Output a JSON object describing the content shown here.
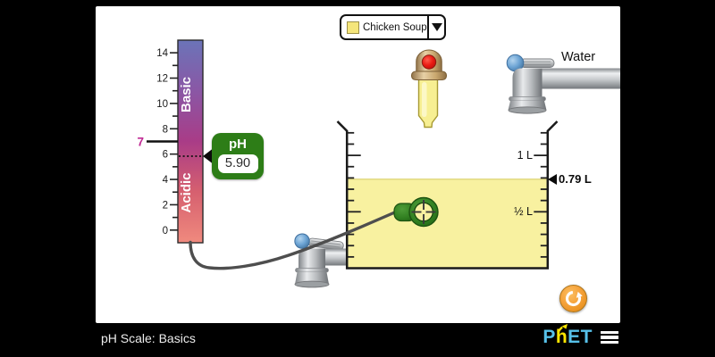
{
  "app": {
    "title": "pH Scale: Basics",
    "brand": {
      "part1": "P",
      "part2": "h",
      "part3": "ET"
    }
  },
  "solute_combo": {
    "selected": "Chicken Soup",
    "swatch_color": "#f5e67b"
  },
  "ph_meter": {
    "label": "pH",
    "value": "5.90",
    "scale": {
      "basic_label": "Basic",
      "acidic_label": "Acidic",
      "neutral_label": "7",
      "neutral_color": "#c02a94",
      "tick_labels": {
        "t0": "0",
        "t2": "2",
        "t4": "4",
        "t6": "6",
        "t8": "8",
        "t10": "10",
        "t12": "12",
        "t14": "14"
      },
      "gradient_top": "#6b74b8",
      "gradient_bottom": "#f08a7e"
    }
  },
  "beaker": {
    "volume_reading": "0.79 L",
    "major_tick_1": "1 L",
    "major_tick_half": "½ L",
    "liquid_color": "#f8f1a0"
  },
  "water_faucet": {
    "label": "Water"
  },
  "colors": {
    "probe_green": "#2f7d1f",
    "readout_green": "#2d7d17",
    "reset_orange": "#f5a23a",
    "phet_blue": "#57c1e9",
    "phet_yellow": "#fee600"
  }
}
